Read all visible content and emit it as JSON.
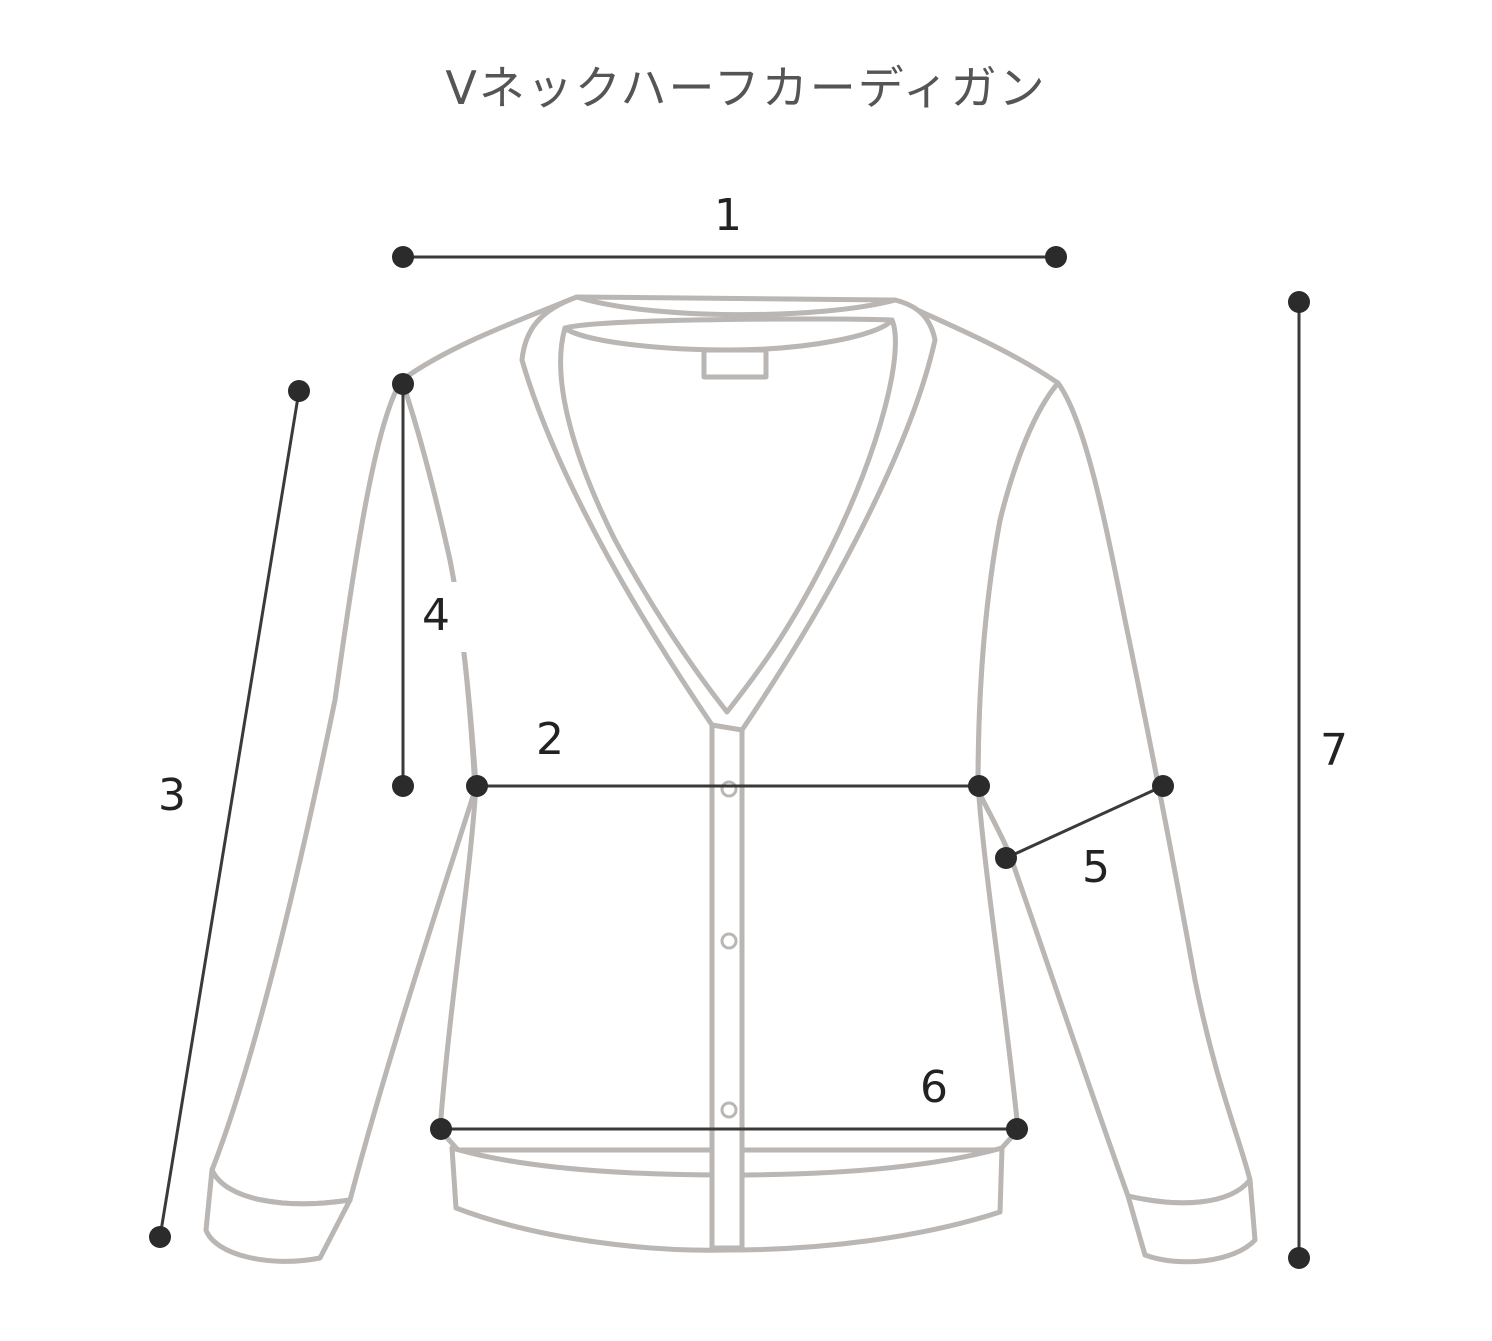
{
  "title": "Vネックハーフカーディガン",
  "measurement_labels": {
    "m1": "1",
    "m2": "2",
    "m3": "3",
    "m4": "4",
    "m5": "5",
    "m6": "6",
    "m7": "7"
  },
  "colors": {
    "garment_outline": "#b9b6b3",
    "measurement_line": "#3a3a3a",
    "dot": "#2b2b2b",
    "title_text": "#555555"
  }
}
